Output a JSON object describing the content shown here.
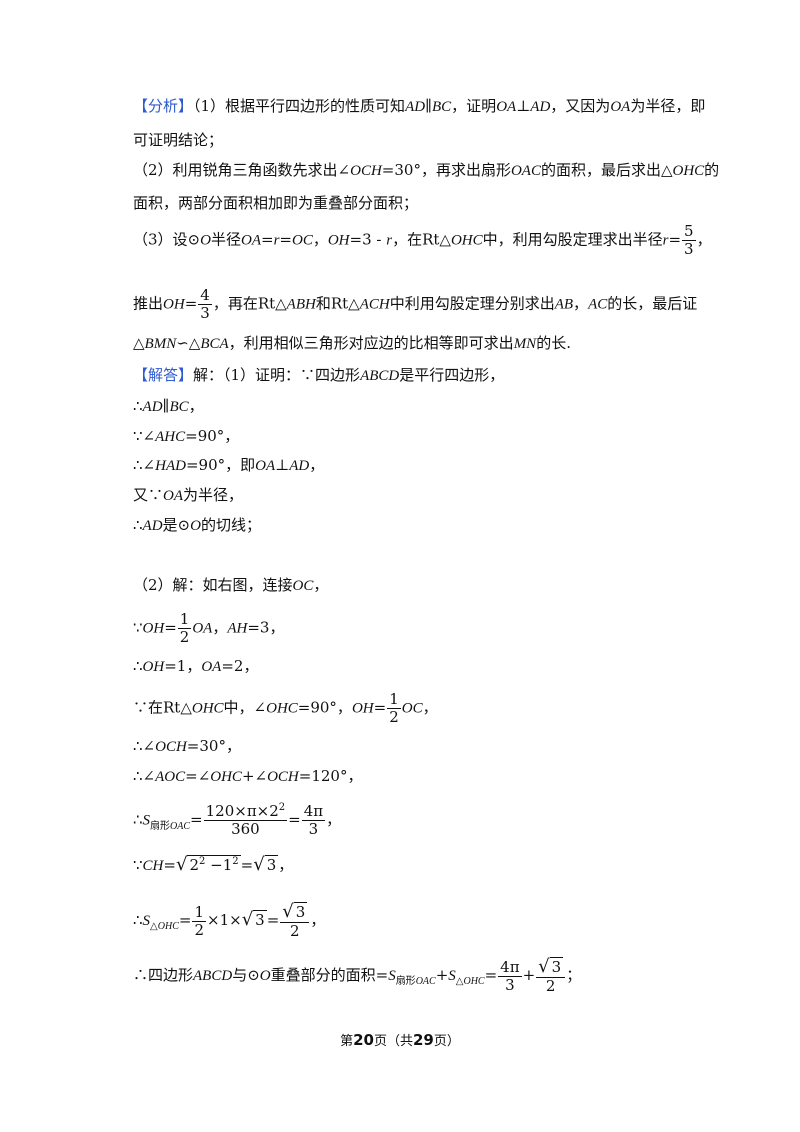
{
  "footer": {
    "pre": "第",
    "page": "20",
    "mid": "页（共",
    "total": "29",
    "post": "页）"
  },
  "analysis_tag": "【分析】",
  "solution_tag": "【解答】"
}
